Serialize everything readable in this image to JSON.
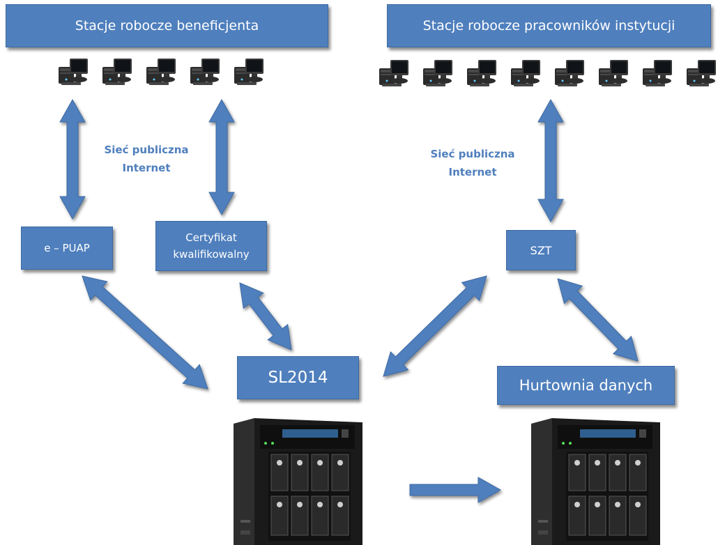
{
  "headers": {
    "beneficiary": "Stacje robocze beneficjenta",
    "staff": "Stacje robocze pracowników instytucji"
  },
  "network_label": {
    "left": [
      "Sieć publiczna",
      "Internet"
    ],
    "right": [
      "Sieć publiczna",
      "Internet"
    ]
  },
  "nodes": {
    "epuap": "e – PUAP",
    "cert": [
      "Certyfikat",
      "kwalifikowalny"
    ],
    "szt": "SZT",
    "sl2014": "SL2014",
    "warehouse": "Hurtownia danych"
  },
  "icons": {
    "workstation": "desktop-computer-icon",
    "server": "nas-server-icon"
  },
  "workstation_counts": {
    "beneficiary": 5,
    "staff": 8
  },
  "colors": {
    "accent": "#4f7fbd",
    "box_border": "#3e6aa3"
  }
}
